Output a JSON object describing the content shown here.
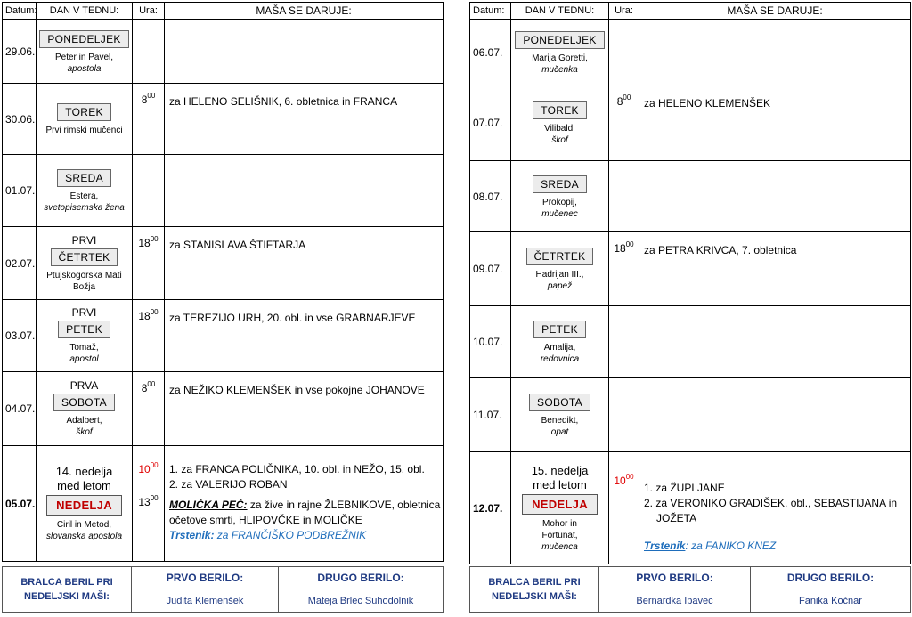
{
  "headers": {
    "date": "Datum:",
    "day": "DAN V TEDNU:",
    "time": "Ura:",
    "mass": "MAŠA SE DARUJE:"
  },
  "week1": [
    {
      "date": "29.06.",
      "pre": "",
      "day": "PONEDELJEK",
      "saint1": "Peter in Pavel,",
      "saint2": "apostola",
      "times": [],
      "masses": []
    },
    {
      "date": "30.06.",
      "pre": "",
      "day": "TOREK",
      "saint1": "Prvi rimski mučenci",
      "saint2": "",
      "times": [
        "8"
      ],
      "masses": [
        "za HELENO SELIŠNIK, 6. obletnica in FRANCA"
      ]
    },
    {
      "date": "01.07.",
      "pre": "",
      "day": "SREDA",
      "saint1": "Estera,",
      "saint2": "svetopisemska žena",
      "times": [],
      "masses": []
    },
    {
      "date": "02.07.",
      "pre": "PRVI",
      "day": "ČETRTEK",
      "saint1": "Ptujskogorska Mati Božja",
      "saint2": "",
      "times": [
        "18"
      ],
      "masses": [
        "za STANISLAVA ŠTIFTARJA"
      ]
    },
    {
      "date": "03.07.",
      "pre": "PRVI",
      "day": "PETEK",
      "saint1": "Tomaž,",
      "saint2": "apostol",
      "times": [
        "18"
      ],
      "masses": [
        "za TEREZIJO URH, 20. obl. in vse GRABNARJEVE"
      ]
    },
    {
      "date": "04.07.",
      "pre": "PRVA",
      "day": "SOBOTA",
      "saint1": "Adalbert,",
      "saint2": "škof",
      "times": [
        "8"
      ],
      "masses": [
        "za NEŽIKO KLEMENŠEK in vse pokojne JOHANOVE"
      ]
    }
  ],
  "sunday1": {
    "date": "05.07.",
    "pre": "14. nedelja med letom",
    "day": "NEDELJA",
    "saint1": "Ciril in Metod,",
    "saint2": "slovanska apostola",
    "time1": "10",
    "time2": "13",
    "mass1": "1. za FRANCA POLIČNIKA, 10. obl. in NEŽO, 15. obl.",
    "mass2": "2. za VALERIJO ROBAN",
    "molicka_label": "MOLIČKA PEČ:",
    "molicka_text": " za žive in rajne ŽLEBNIKOVE, obletnica očetove smrti, HLIPOVČKE in MOLIČKE",
    "trst_label": "Trstenik:",
    "trst_text": " za FRANČIŠKO PODBREŽNIK"
  },
  "week2": [
    {
      "date": "06.07.",
      "pre": "",
      "day": "PONEDELJEK",
      "saint1": "Marija Goretti,",
      "saint2": "mučenka",
      "times": [],
      "masses": []
    },
    {
      "date": "07.07.",
      "pre": "",
      "day": "TOREK",
      "saint1": "Vilibald,",
      "saint2": "škof",
      "times": [
        "8"
      ],
      "masses": [
        "za HELENO KLEMENŠEK"
      ]
    },
    {
      "date": "08.07.",
      "pre": "",
      "day": "SREDA",
      "saint1": "Prokopij,",
      "saint2": "mučenec",
      "times": [],
      "masses": []
    },
    {
      "date": "09.07.",
      "pre": "",
      "day": "ČETRTEK",
      "saint1": "Hadrijan III.,",
      "saint2": "papež",
      "times": [
        "18"
      ],
      "masses": [
        "za PETRA KRIVCA, 7. obletnica"
      ]
    },
    {
      "date": "10.07.",
      "pre": "",
      "day": "PETEK",
      "saint1": "Amalija,",
      "saint2": "redovnica",
      "times": [],
      "masses": []
    },
    {
      "date": "11.07.",
      "pre": "",
      "day": "SOBOTA",
      "saint1": "Benedikt,",
      "saint2": "opat",
      "times": [],
      "masses": []
    }
  ],
  "sunday2": {
    "date": "12.07.",
    "pre": "15. nedelja med letom",
    "day": "NEDELJA",
    "saint1": "Mohor in Fortunat,",
    "saint2": "mučenca",
    "time1": "10",
    "mass1": "1. za ŽUPLJANE",
    "mass2": "2. za VERONIKO GRADIŠEK, obl., SEBASTIJANA in JOŽETA",
    "trst_label": "Trstenik",
    "trst_text": ": za FANIKO KNEZ"
  },
  "time_minutes": "00",
  "readers": {
    "label": "BRALCA BERIL PRI NEDELJSKI MAŠI:",
    "first_label": "PRVO BERILO:",
    "second_label": "DRUGO BERILO:",
    "left": {
      "first": "Judita Klemenšek",
      "second": "Mateja Brlec Suhodolnik"
    },
    "right": {
      "first": "Bernardka Ipavec",
      "second": "Fanika Kočnar"
    }
  }
}
